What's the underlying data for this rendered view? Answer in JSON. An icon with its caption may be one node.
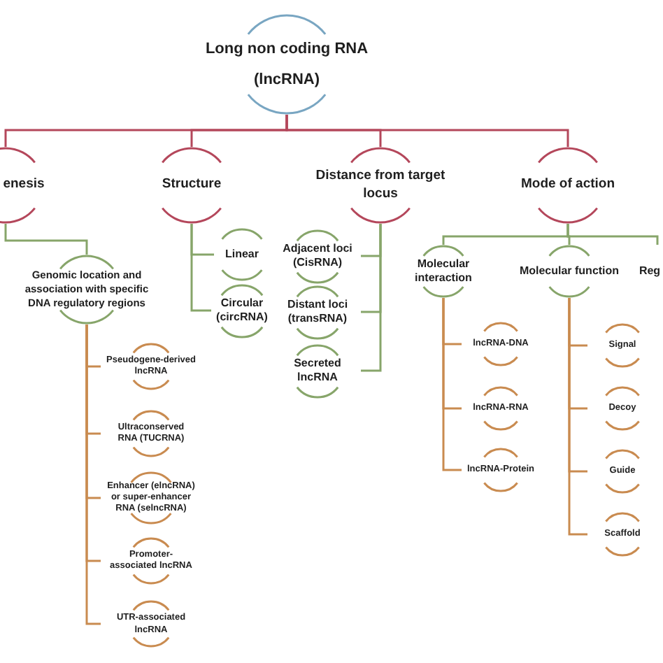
{
  "diagram": {
    "nodes": [
      {
        "text": [
          "Long non coding RNA (lncRNA)"
        ]
      },
      {
        "text": [
          "enesis"
        ]
      },
      {
        "text": [
          "Structure"
        ]
      },
      {
        "text": [
          "Distance from target locus"
        ]
      },
      {
        "text": [
          "Mode of action"
        ]
      },
      {
        "text": [
          "Genomic location and association with specific DNA regulatory regions"
        ]
      },
      {
        "text": [
          "Linear"
        ]
      },
      {
        "text": [
          "Circular (circRNA)"
        ]
      },
      {
        "text": [
          "Adjacent loci (CisRNA)"
        ]
      },
      {
        "text": [
          "Distant loci (transRNA)"
        ]
      },
      {
        "text": [
          "Secreted lncRNA"
        ]
      },
      {
        "text": [
          "Molecular interaction"
        ]
      },
      {
        "text": [
          "Molecular function"
        ]
      },
      {
        "text": [
          "Reg"
        ]
      },
      {
        "text": [
          "Pseudogene-derived lncRNA"
        ]
      },
      {
        "text": [
          "Ultraconserved RNA (TUCRNA)"
        ]
      },
      {
        "text": [
          "Enhancer (elncRNA) or super-enhancer RNA (selncRNA)"
        ]
      },
      {
        "text": [
          "Promoter-associated lncRNA"
        ]
      },
      {
        "text": [
          "UTR-associated lncRNA"
        ]
      },
      {
        "text": [
          "lncRNA-DNA"
        ]
      },
      {
        "text": [
          "lncRNA-RNA"
        ]
      },
      {
        "text": [
          "lncRNA-Protein"
        ]
      },
      {
        "text": [
          "Signal"
        ]
      },
      {
        "text": [
          "Decoy"
        ]
      },
      {
        "text": [
          "Guide"
        ]
      },
      {
        "text": [
          "Scaffold"
        ]
      }
    ],
    "edges": [
      {
        "from": 0,
        "to": 1,
        "arrow": "none",
        "color": "#b4475b"
      },
      {
        "from": 0,
        "to": 2,
        "arrow": "none",
        "color": "#b4475b"
      },
      {
        "from": 0,
        "to": 3,
        "arrow": "none",
        "color": "#b4475b"
      },
      {
        "from": 0,
        "to": 4,
        "arrow": "none",
        "color": "#b4475b"
      },
      {
        "from": 1,
        "to": 5,
        "arrow": "none",
        "color": "#87a56a"
      },
      {
        "from": 2,
        "to": 6,
        "arrow": "none",
        "color": "#87a56a"
      },
      {
        "from": 2,
        "to": 7,
        "arrow": "none",
        "color": "#87a56a"
      },
      {
        "from": 3,
        "to": 8,
        "arrow": "none",
        "color": "#87a56a"
      },
      {
        "from": 3,
        "to": 9,
        "arrow": "none",
        "color": "#87a56a"
      },
      {
        "from": 3,
        "to": 10,
        "arrow": "none",
        "color": "#87a56a"
      },
      {
        "from": 4,
        "to": 11,
        "arrow": "none",
        "color": "#87a56a"
      },
      {
        "from": 4,
        "to": 12,
        "arrow": "none",
        "color": "#87a56a"
      },
      {
        "from": 4,
        "to": 13,
        "arrow": "none",
        "color": "#87a56a"
      },
      {
        "from": 5,
        "to": 14,
        "arrow": "none"
      },
      {
        "from": 5,
        "to": 15,
        "arrow": "none"
      },
      {
        "from": 5,
        "to": 16,
        "arrow": "none"
      },
      {
        "from": 5,
        "to": 17,
        "arrow": "none"
      },
      {
        "from": 5,
        "to": 18,
        "arrow": "none"
      },
      {
        "from": 11,
        "to": 19,
        "arrow": "none"
      },
      {
        "from": 11,
        "to": 20,
        "arrow": "none"
      },
      {
        "from": 11,
        "to": 21,
        "arrow": "none"
      },
      {
        "from": 12,
        "to": 22,
        "arrow": "none"
      },
      {
        "from": 12,
        "to": 23,
        "arrow": "none"
      },
      {
        "from": 12,
        "to": 24,
        "arrow": "none"
      },
      {
        "from": 12,
        "to": 25,
        "arrow": "none"
      }
    ]
  }
}
